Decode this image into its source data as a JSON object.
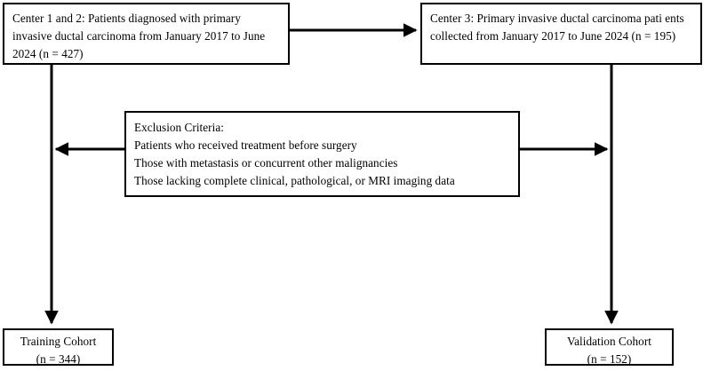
{
  "diagram": {
    "title": "Patient enrollment flow diagram",
    "background_color": "#ffffff",
    "line_color": "#000000",
    "nodes": {
      "center12": {
        "label": "Center 1 and 2: Patients diagnosed with primary invasive ductal carcinoma from January 2017 to June 2024 (n = 427)",
        "count": "n = 427"
      },
      "center3": {
        "label": "Center 3: Primary invasive ductal carcinoma pati ents collected from January 2017 to June 2024 (n = 195)",
        "count": "n = 195"
      },
      "exclusion": {
        "heading": "Exclusion Criteria:",
        "criteria": [
          "Patients who received treatment before surgery",
          "Those with metastasis or concurrent other malignancies",
          "Those lacking complete clinical, pathological, or MRI imaging data"
        ],
        "label": "Exclusion Criteria:\nPatients who received treatment before surgery\nThose with metastasis or concurrent other malignancies\nThose lacking complete clinical, pathological, or MRI imaging data"
      },
      "training": {
        "label": "Training Cohort\n(n = 344)",
        "name": "Training Cohort",
        "count": "(n = 344)"
      },
      "validation": {
        "label": "Validation Cohort\n(n = 152)",
        "name": "Validation Cohort",
        "count": "(n = 152)"
      }
    },
    "connectors": [
      {
        "name": "center12-to-center3",
        "from": "center12",
        "to": "center3",
        "direction": "right"
      },
      {
        "name": "center12-to-training",
        "from": "center12",
        "to": "training",
        "direction": "down"
      },
      {
        "name": "center3-to-validation",
        "from": "center3",
        "to": "validation",
        "direction": "down"
      },
      {
        "name": "exclusion-to-left-branch",
        "from": "exclusion",
        "to": "center12-to-training",
        "direction": "left"
      },
      {
        "name": "exclusion-to-right-branch",
        "from": "exclusion",
        "to": "center3-to-validation",
        "direction": "right"
      }
    ]
  }
}
